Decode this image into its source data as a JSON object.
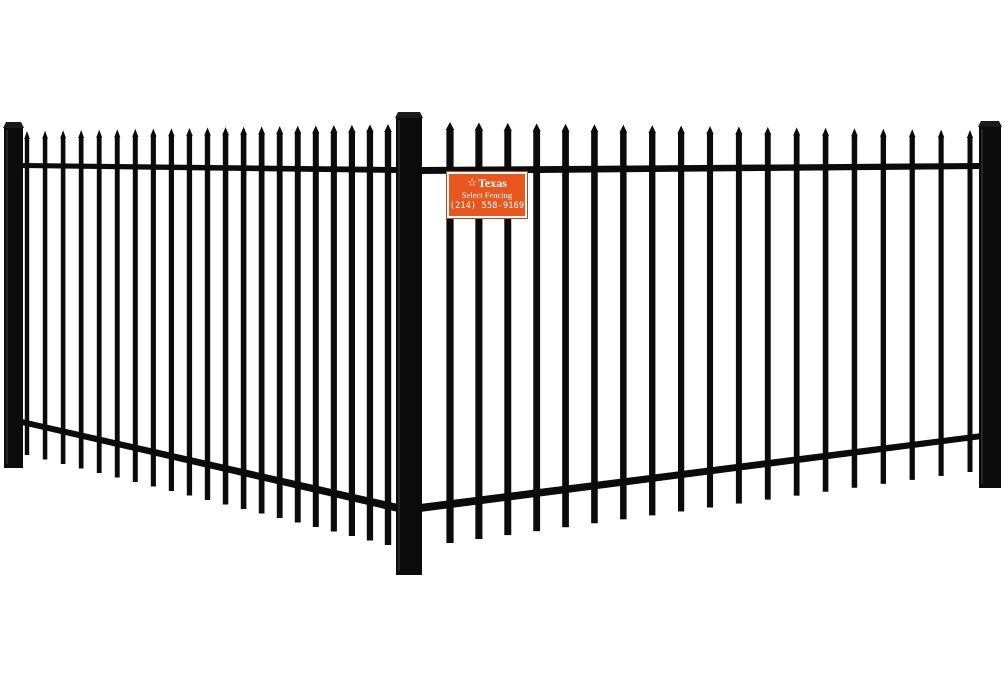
{
  "product": {
    "name": "black wrought iron spear-top fence corner",
    "left_panel_pickets": 21,
    "right_panel_pickets": 19,
    "color": "#0b0b0b",
    "background": "#ffffff"
  },
  "sign": {
    "brand": "Texas",
    "subtitle": "Select Fencing",
    "phone": "(214) 558-9169",
    "star_icon": "star-outline-icon",
    "color": "#e8571f"
  }
}
